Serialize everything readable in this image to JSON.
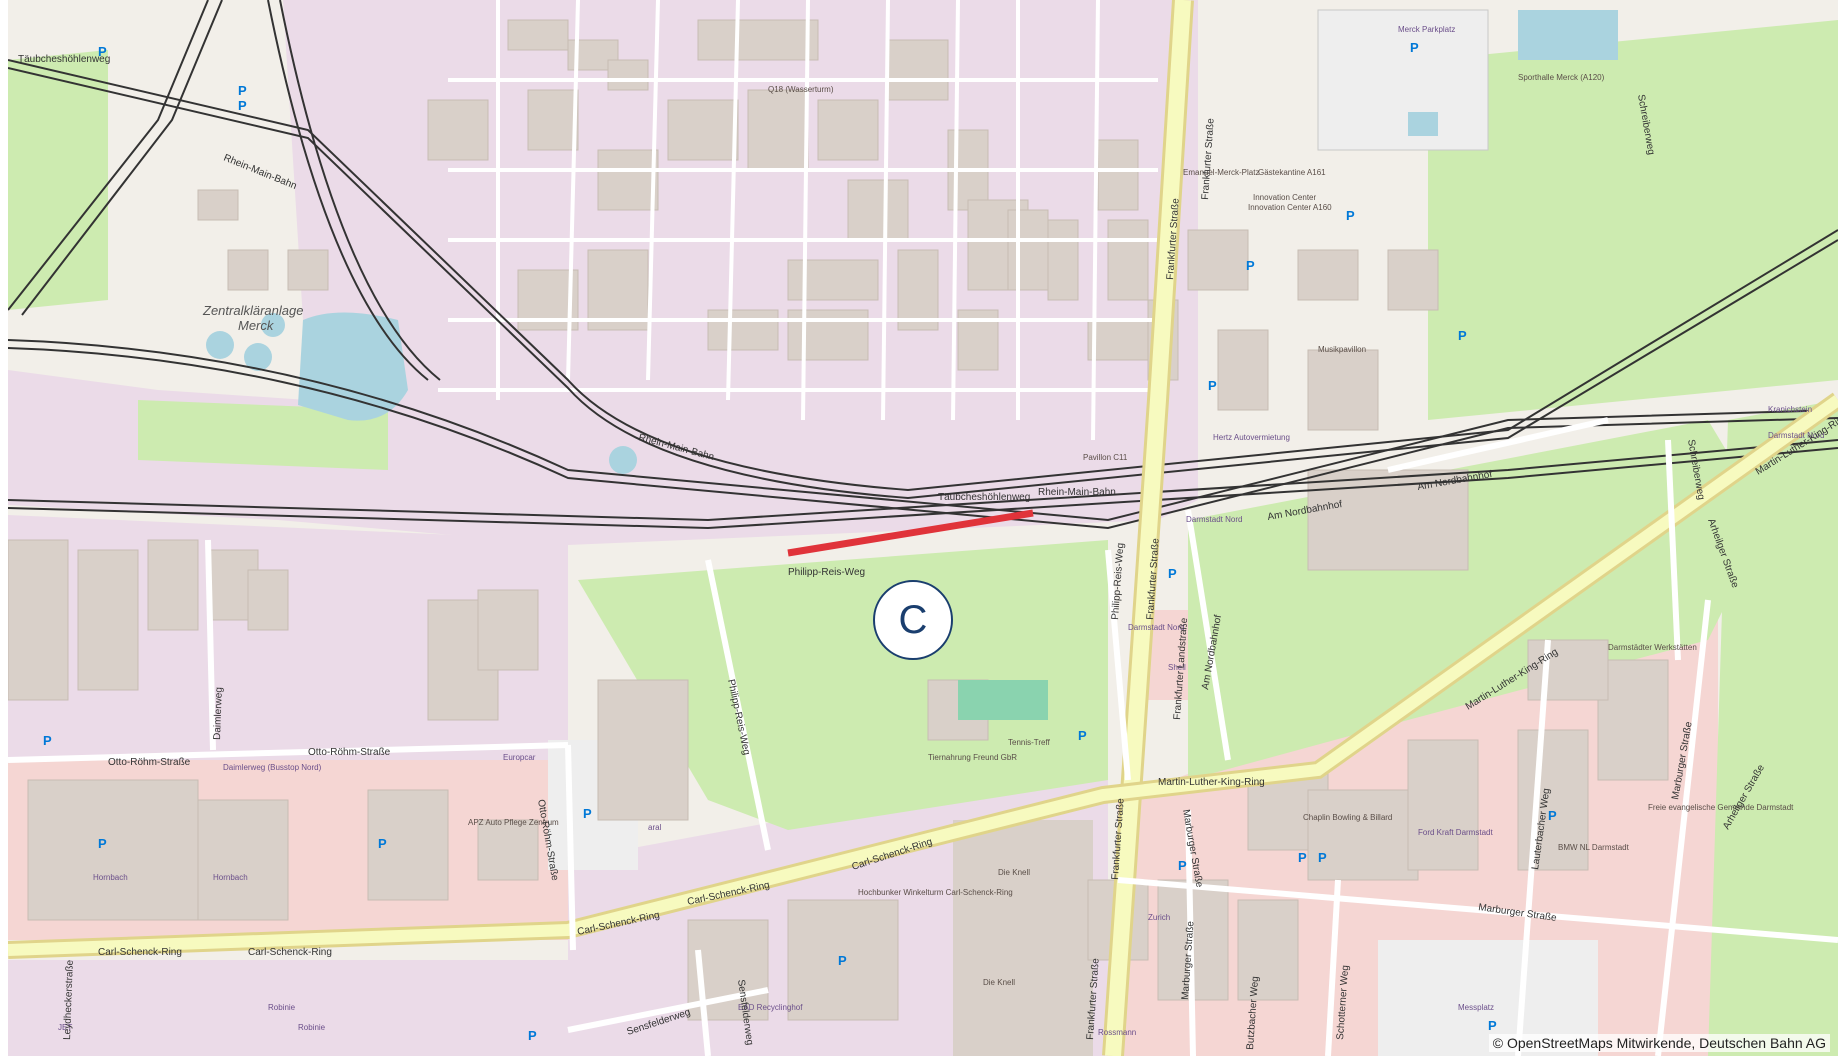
{
  "marker": {
    "label": "C"
  },
  "highlight_color": "#e0333a",
  "attribution": "© OpenStreetMaps Mitwirkende, Deutschen Bahn AG",
  "areas": {
    "klaeranlage": "Zentralkläranlage",
    "klaeranlage2": "Merck",
    "wasserturm": "Q18 (Wasserturm)",
    "merck_parkplatz": "Merck Parkplatz",
    "sporthalle": "Sporthalle Merck (A120)",
    "gaestekantine": "Gästekantine A161",
    "innovation": "Innovation Center A160",
    "musikpavillon": "Musikpavillon",
    "die_knell": "Die Knell",
    "die_knell2": "Die Knell",
    "darmstadt_nord": "Darmstadt Nord",
    "tierhaltung": "Tiernahrung Freund GbR",
    "tennis": "Tennis-Treff",
    "chaplin": "Chaplin Bowling & Billard",
    "bmw": "BMW NL Darmstadt",
    "darmstaedter_werkstaetten": "Darmstädter Werkstätten",
    "freie_gemeinde": "Freie evangelische Gemeinde Darmstadt",
    "messplatz": "Messplatz",
    "hornbach": "Hornbach",
    "hornbach2": "Hornbach",
    "europcar": "Europcar",
    "hochbunker": "Hochbunker Winkelturm Carl-Schenck-Ring",
    "ead": "EAD Recyclinghof",
    "ford": "Ford Kraft Darmstadt",
    "pavillon": "Pavillon C11",
    "hertz": "Hertz Autovermietung",
    "eth_merck": "Emanuel-Merck-Platz",
    "darmstadt_busstop": "Darmstadt Nord",
    "daimlerweg_bus": "Daimlerweg (Busstop Nord)",
    "apz": "APZ Auto Pflege Zentrum",
    "innovation_lbl": "Innovation Center",
    "shell": "Shell",
    "robinie": "Robinie",
    "robinie2": "Robinie",
    "rossmann": "Rossmann",
    "zurich": "Zurich",
    "jet": "JET",
    "aral": "aral",
    "kraenchen": "Kranichstein",
    "darmstadt_nord_s": "Darmstadt Nord"
  },
  "roads": {
    "taubesholenweg_top": "Täubcheshöhlenweg",
    "taubesholenweg_mid": "Täubcheshöhlenweg",
    "rhein_main_bahn1": "Rhein-Main-Bahn",
    "rhein_main_bahn2": "Rhein-Main-Bahn",
    "rhein_main_bahn3": "Rhein-Main-Bahn",
    "frankfurter1": "Frankfurter Straße",
    "frankfurter2": "Frankfurter Straße",
    "frankfurter3": "Frankfurter Straße",
    "frankfurter4": "Frankfurter Straße",
    "frankfurter5": "Frankfurter Straße",
    "frankfurter_land": "Frankfurter Landstraße",
    "philipp_reis_weg": "Philipp-Reis-Weg",
    "philipp_reis_weg2": "Philipp-Reis-Weg",
    "philipp_reis_weg3": "Philipp-Reis-Weg",
    "otto_roehm1": "Otto-Röhm-Straße",
    "otto_roehm2": "Otto-Röhm-Straße",
    "otto_roehm3": "Otto-Röhm-Straße",
    "daimlerweg": "Daimlerweg",
    "carl_schenck1": "Carl-Schenck-Ring",
    "carl_schenck2": "Carl-Schenck-Ring",
    "carl_schenck3": "Carl-Schenck-Ring",
    "carl_schenck4": "Carl-Schenck-Ring",
    "carl_schenck5": "Carl-Schenck-Ring",
    "mlk1": "Martin-Luther-King-Ring",
    "mlk2": "Martin-Luther-King-Ring",
    "mlk3": "Martin-Luther-King-Ring",
    "am_nordbahnhof": "Am Nordbahnhof",
    "am_nordbahnhof2": "Am Nordbahnhof",
    "marburger1": "Marburger Straße",
    "marburger2": "Marburger Straße",
    "marburger3": "Marburger Straße",
    "marburger4": "Marburger Straße",
    "lauterbacher": "Lauterbacher Weg",
    "schotterner": "Schotterner Weg",
    "schreiberweg": "Schreiberweg",
    "schreiberweg2": "Schreiberweg",
    "arheilger1": "Arheilger Straße",
    "arheilger2": "Arheilger Straße",
    "leydheckerstrasse": "Leydheckerstraße",
    "sensfelderweg": "Sensfelderweg",
    "sensfelderweg2": "Sensfelderweg",
    "butzbacher": "Butzbacher Weg",
    "am_nordbahnhof3": "Am Nordbahnhof"
  }
}
